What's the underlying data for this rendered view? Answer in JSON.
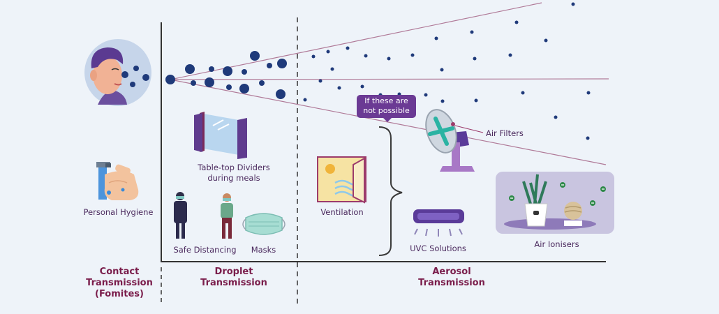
{
  "labels": {
    "personal_hygiene": "Personal Hygiene",
    "dividers_line1": "Table-top Dividers",
    "dividers_line2": "during meals",
    "safe_distancing": "Safe Distancing",
    "masks": "Masks",
    "ventilation": "Ventilation",
    "uvc": "UVC Solutions",
    "air_filters": "Air Filters",
    "air_ionisers": "Air Ionisers"
  },
  "callout": {
    "line1": "If these are",
    "line2": "not possible"
  },
  "categories": {
    "contact": [
      "Contact",
      "Transmission",
      "(Fomites)"
    ],
    "droplet": [
      "Droplet",
      "Transmission"
    ],
    "aerosol": [
      "Aerosol",
      "Transmission"
    ]
  },
  "colors": {
    "background": "#eef3f9",
    "particle": "#1f3a7a",
    "accent_purple": "#6b3a94",
    "label_text": "#4b2a5e",
    "category_text": "#7a1d4b",
    "spread_lines": "#b07a98"
  },
  "icons": [
    "person-sneezing-icon",
    "handwashing-icon",
    "table-divider-icon",
    "masked-person-icon",
    "face-mask-icon",
    "open-window-icon",
    "uvc-lamp-icon",
    "fan-filter-icon",
    "plant-ioniser-icon"
  ]
}
